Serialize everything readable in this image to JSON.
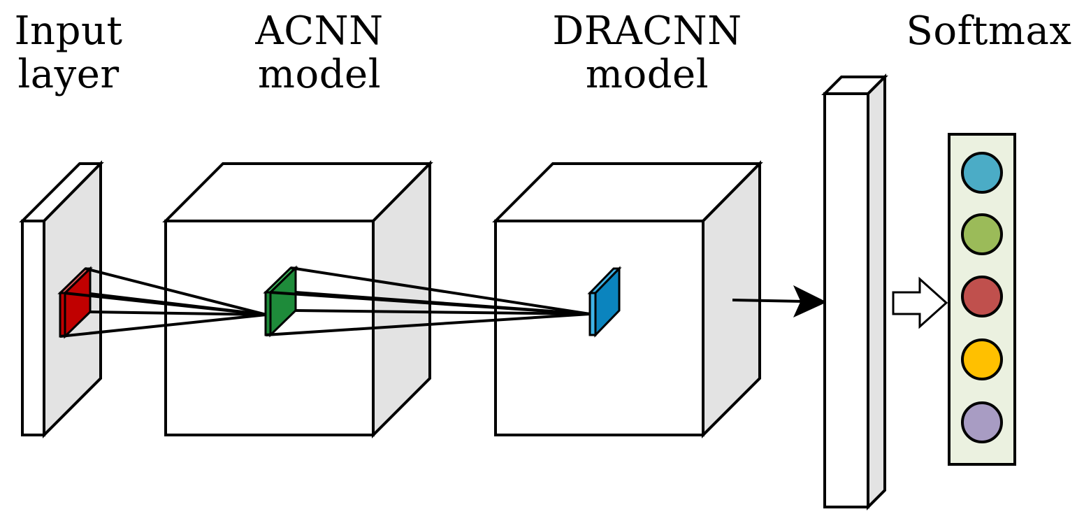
{
  "labels": {
    "input_layer": {
      "line1": "Input",
      "line2": "layer"
    },
    "acnn_model": {
      "line1": "ACNN",
      "line2": "model"
    },
    "dracnn_model": {
      "line1": "DRACNN",
      "line2": "model"
    },
    "softmax": {
      "line1": "Softmax"
    }
  },
  "colors": {
    "stroke": "#000000",
    "face_front": "#ffffff",
    "face_shade": "#e3e3e3",
    "kernel_input": "#c00000",
    "kernel_input_light": "#e65a5a",
    "kernel_acnn": "#1e8b3a",
    "kernel_acnn_light": "#3fbf5f",
    "kernel_dracnn": "#0b84be",
    "kernel_dracnn_light": "#3fb3e6",
    "softmax_panel": "#ebf1e0",
    "softmax_nodes": [
      "#4bacc6",
      "#9bbb59",
      "#c0504d",
      "#ffc000",
      "#a89cc3"
    ]
  },
  "icons": {
    "flow_arrow": "solid-arrow-right-icon",
    "softmax_arrow": "hollow-arrow-right-icon"
  }
}
